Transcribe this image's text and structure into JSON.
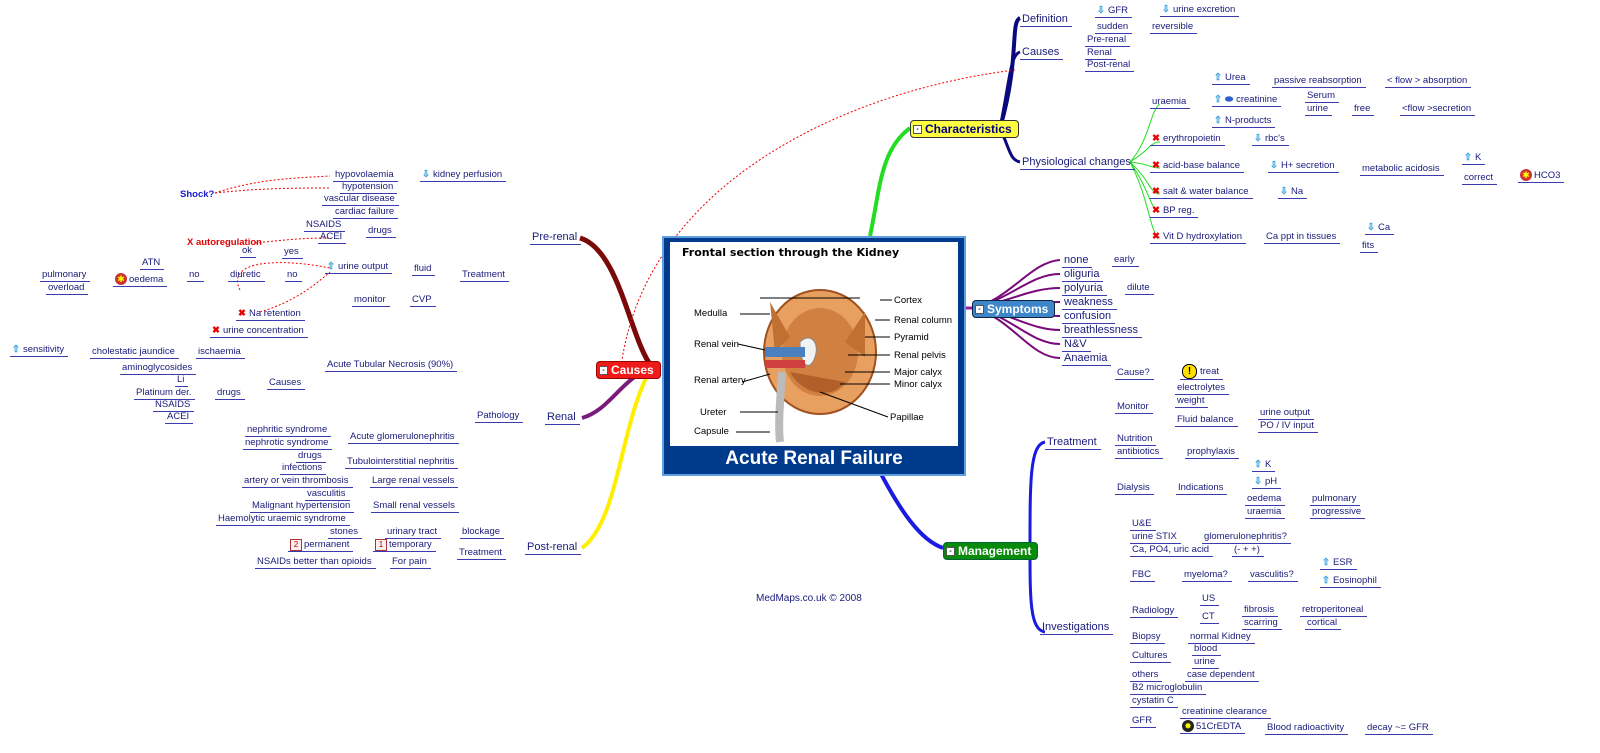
{
  "title": "Acute Renal Failure",
  "diagram_title": "Frontal section through the Kidney",
  "copyright": "MedMaps.co.uk © 2008",
  "kidney_labels": {
    "medulla": "Medulla",
    "renal_vein": "Renal vein",
    "renal_artery": "Renal artery",
    "ureter": "Ureter",
    "capsule": "Capsule",
    "cortex": "Cortex",
    "renal_column": "Renal column",
    "pyramid": "Pyramid",
    "renal_pelvis": "Renal pelvis",
    "major_calyx": "Major calyx",
    "minor_calyx": "Minor calyx",
    "papillae": "Papillae"
  },
  "hubs": {
    "causes": "Causes",
    "characteristics": "Characteristics",
    "symptoms": "Symptoms",
    "management": "Management"
  },
  "causes": {
    "pre_renal": "Pre-renal",
    "renal": "Renal",
    "post_renal": "Post-renal",
    "kidney_perfusion": "kidney perfusion",
    "perfusion_causes": [
      "hypovolaemia",
      "hypotension",
      "vascular disease",
      "cardiac failure"
    ],
    "shock": "Shock?",
    "drugs": "drugs",
    "nsaids": "NSAIDS",
    "acei": "ACEI",
    "x_autoreg": "X autoregulation",
    "treatment": "Treatment",
    "fluid": "fluid",
    "urine_output": "urine output",
    "ok": "ok",
    "yes": "yes",
    "no": "no",
    "diuretic": "diuretic",
    "atn": "ATN",
    "oedema": "oedema",
    "pulmonary": "pulmonary",
    "overload": "overload",
    "na_retention": "Na retention",
    "cvp": "CVP",
    "monitor": "monitor",
    "atn_full": "Acute Tubular Necrosis (90%)",
    "urine_conc": "urine concentration",
    "causes_lbl": "Causes",
    "ischaemia": "ischaemia",
    "chol_jaundice": "cholestatic jaundice",
    "sensitivity": "sensitivity",
    "renal_drugs": [
      "aminoglycosides",
      "Li",
      "Platinum der.",
      "NSAIDS",
      "ACEI"
    ],
    "pathology": "Pathology",
    "agn": "Acute glomerulonephritis",
    "nephritic": "nephritic syndrome",
    "nephrotic": "nephrotic syndrome",
    "tin": "Tubulointerstitial nephritis",
    "tin_drugs": "drugs",
    "infections": "infections",
    "large_vessels": "Large renal vessels",
    "thrombosis": "artery or vein thrombosis",
    "small_vessels": "Small renal vessels",
    "vasculitis": "vasculitis",
    "malignant_htn": "Malignant hypertension",
    "hus": "Haemolytic uraemic syndrome",
    "blockage": "blockage",
    "urinary_tract": "urinary tract",
    "stones": "stones",
    "post_treatment": "Treatment",
    "temporary": "temporary",
    "permanent": "permanent",
    "for_pain": "For pain",
    "nsaids_opioids": "NSAIDs better than opioids"
  },
  "characteristics": {
    "definition": "Definition",
    "gfr": "GFR",
    "urine_excretion": "urine excretion",
    "sudden": "sudden",
    "reversible": "reversible",
    "causes": "Causes",
    "cause_list": [
      "Pre-renal",
      "Renal",
      "Post-renal"
    ],
    "phys": "Physiological changes",
    "uraemia": "uraemia",
    "urea": "Urea",
    "passive": "passive reabsorption",
    "flow_abs": "< flow > absorption",
    "creatinine": "creatinine",
    "serum": "Serum",
    "urine": "urine",
    "free": "free",
    "flow_sec": "<flow >secretion",
    "n_products": "N-products",
    "epo": "erythropoietin",
    "rbcs": "rbc's",
    "acid_base": "acid-base balance",
    "h_secretion": "H+ secretion",
    "met_acid": "metabolic acidosis",
    "k": "K",
    "correct": "correct",
    "hco3": "HCO3",
    "salt_water": "salt & water balance",
    "na": "Na",
    "bp": "BP reg.",
    "vitd": "Vit D hydroxylation",
    "ca_ppt": "Ca ppt in tissues",
    "ca": "Ca",
    "fits": "fits"
  },
  "symptoms": {
    "items": [
      "none",
      "oliguria",
      "polyuria",
      "weakness",
      "confusion",
      "breathlessness",
      "N&V",
      "Anaemia"
    ],
    "early": "early",
    "dilute": "dilute"
  },
  "management": {
    "treatment": "Treatment",
    "cause_q": "Cause?",
    "treat": "treat",
    "monitor": "Monitor",
    "electrolytes": "electrolytes",
    "weight": "weight",
    "fluid_balance": "Fluid balance",
    "urine_output": "urine output",
    "po_iv": "PO / IV input",
    "nutrition": "Nutrition",
    "antibiotics": "antibiotics",
    "prophylaxis": "prophylaxis",
    "dialysis": "Dialysis",
    "indications": "Indications",
    "k": "K",
    "ph": "pH",
    "oedema": "oedema",
    "pulmonary": "pulmonary",
    "uraemia": "uraemia",
    "progressive": "progressive",
    "investigations": "Investigations",
    "ue": "U&E",
    "urine_stix": "urine STIX",
    "glomerulo": "glomerulonephritis?",
    "ca_po4": "Ca, PO4, uric acid",
    "plus": "(- + +)",
    "fbc": "FBC",
    "myeloma": "myeloma?",
    "vasculitis": "vasculitis?",
    "esr": "ESR",
    "eosin": "Eosinophil",
    "radiology": "Radiology",
    "us": "US",
    "ct": "CT",
    "fibrosis": "fibrosis",
    "retroperitoneal": "retroperitoneal",
    "scarring": "scarring",
    "cortical": "cortical",
    "biopsy": "Biopsy",
    "normal_kidney": "normal Kidney",
    "cultures": "Cultures",
    "blood": "blood",
    "c_urine": "urine",
    "others": "others",
    "case_dep": "case dependent",
    "b2": "B2 microglobulin",
    "cystatin": "cystatin C",
    "gfr": "GFR",
    "creat_clear": "creatinine clearance",
    "edta": "51CrEDTA",
    "blood_radio": "Blood radioactivity",
    "decay": "decay ~= GFR"
  }
}
